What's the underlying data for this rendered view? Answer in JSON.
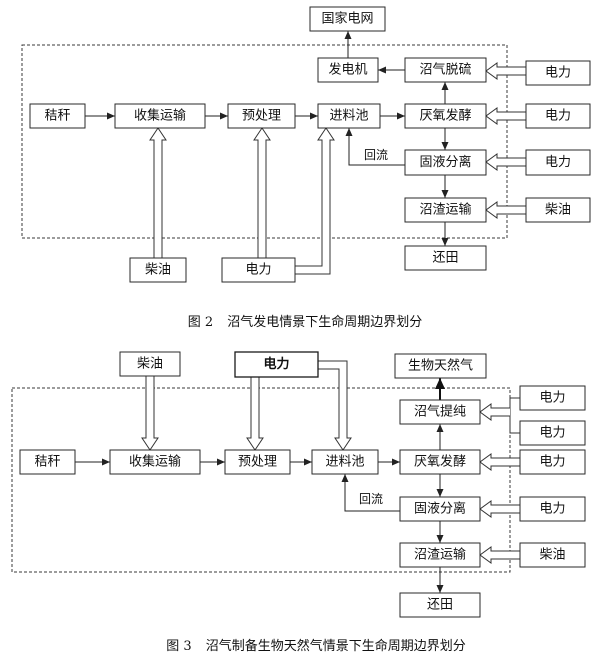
{
  "figure2": {
    "label": "图 2",
    "title": "沼气发电情景下生命周期边界划分",
    "reflux_label": "回流",
    "nodes": {
      "national_grid": "国家电网",
      "generator": "发电机",
      "biogas_desulfurization": "沼气脱硫",
      "straw": "秸秆",
      "collection_transport": "收集运输",
      "pretreatment": "预处理",
      "feed_tank": "进料池",
      "anaerobic_fermentation": "厌氧发酵",
      "solid_liquid_separation": "固液分离",
      "digestate_transport": "沼渣运输",
      "return_to_field": "还田",
      "power_desulfurization": "电力",
      "power_fermentation": "电力",
      "power_separation": "电力",
      "diesel_digestate": "柴油",
      "diesel_collection": "柴油",
      "power_pretreatment": "电力"
    }
  },
  "figure3": {
    "label": "图 3",
    "title": "沼气制备生物天然气情景下生命周期边界划分",
    "reflux_label": "回流",
    "nodes": {
      "biomethane": "生物天然气",
      "biogas_upgrading": "沼气提纯",
      "straw": "秸秆",
      "collection_transport": "收集运输",
      "pretreatment": "预处理",
      "feed_tank": "进料池",
      "anaerobic_fermentation": "厌氧发酵",
      "solid_liquid_separation": "固液分离",
      "digestate_transport": "沼渣运输",
      "return_to_field": "还田",
      "power_upgrading_1": "电力",
      "power_upgrading_2": "电力",
      "power_fermentation": "电力",
      "power_separation": "电力",
      "diesel_digestate": "柴油",
      "diesel_collection": "柴油",
      "power_pretreatment": "电力"
    }
  }
}
